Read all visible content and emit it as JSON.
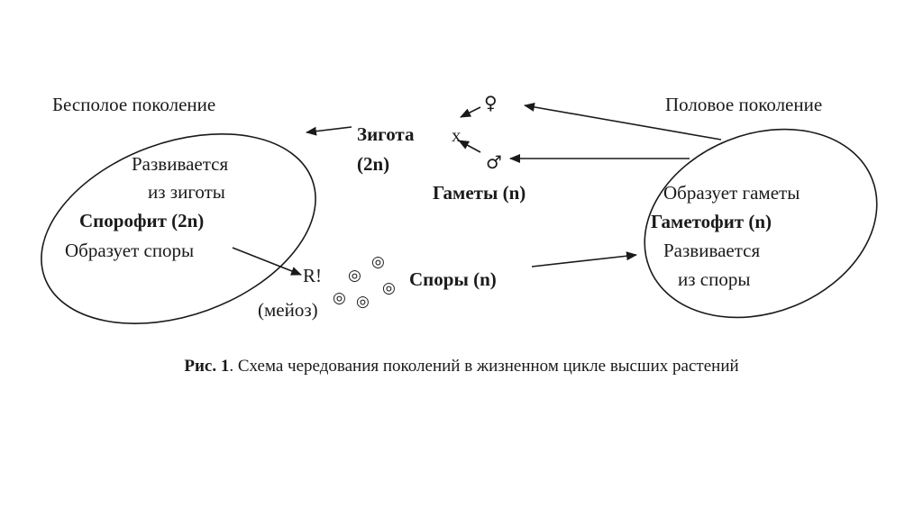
{
  "left": {
    "title": "Бесполое поколение",
    "line1": "Развивается",
    "line2": "из зиготы",
    "name": "Спорофит (2n)",
    "line3": "Образует споры"
  },
  "right": {
    "title": "Половое поколение",
    "line1": "Образует гаметы",
    "name": "Гаметофит (n)",
    "line2": "Развивается",
    "line3": "из споры"
  },
  "center": {
    "zygote": "Зигота",
    "zygote_ploidy": "(2n)",
    "cross": "x",
    "female_symbol": "♀",
    "male_symbol": "♂",
    "gametes": "Гаметы (n)",
    "meiosis_symbol": "R!",
    "meiosis_label": "(мейоз)",
    "spores": "Споры (n)",
    "spore_symbol": "◎"
  },
  "caption": {
    "prefix": "Рис. 1",
    "text": ". Схема чередования поколений в жизненном цикле высших растений"
  }
}
